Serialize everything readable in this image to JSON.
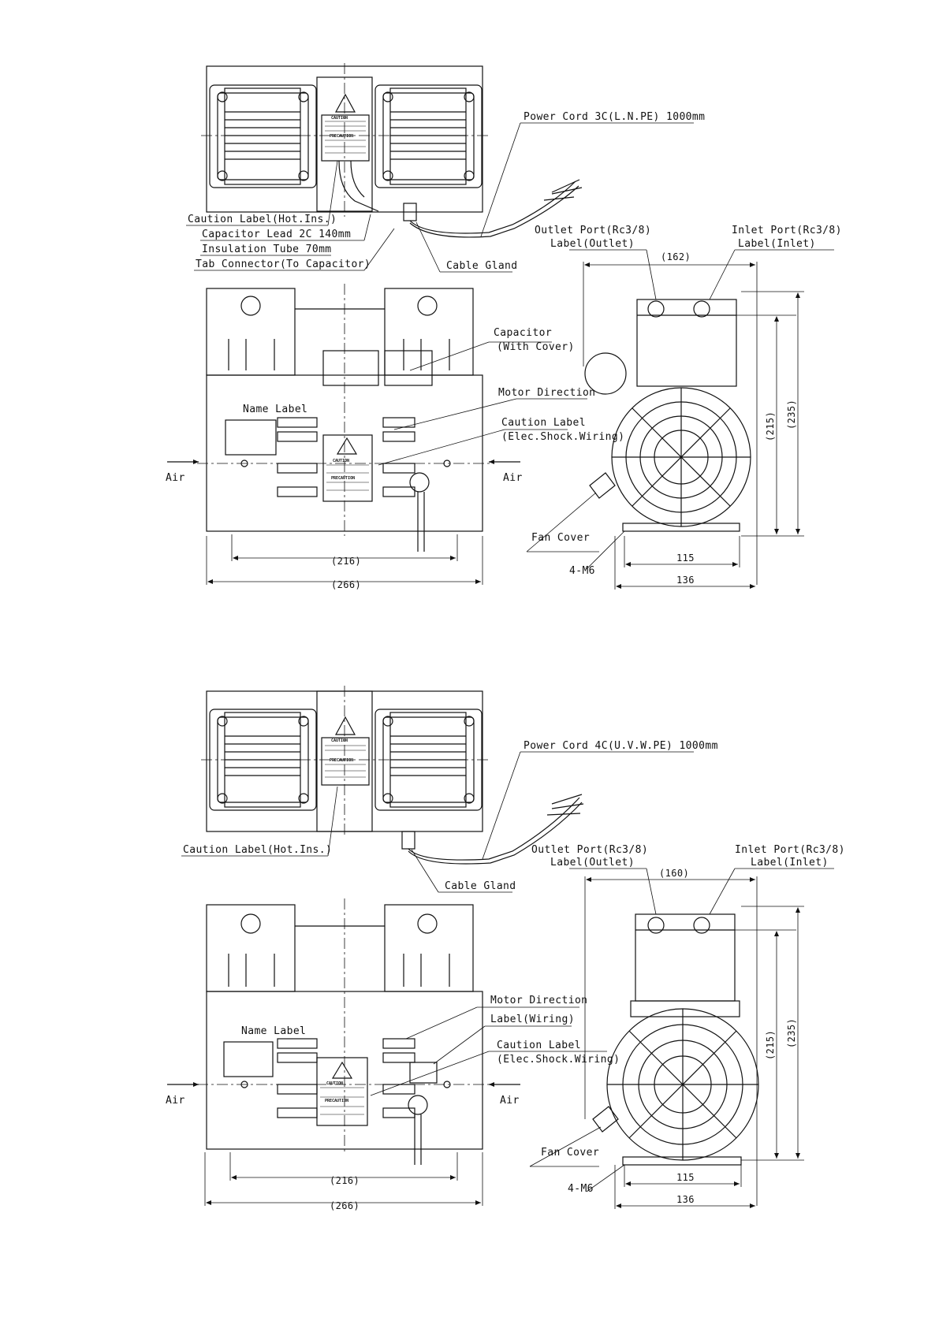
{
  "drawing_single_phase": {
    "top_labels": {
      "power_cord": "Power Cord 3C(L.N.PE) 1000mm",
      "caution_hot": "Caution Label(Hot.Ins.)",
      "capacitor_lead": "Capacitor Lead 2C 140mm",
      "insulation_tube": "Insulation Tube 70mm",
      "tab_connector": "Tab Connector(To Capacitor)",
      "cable_gland": "Cable Gland"
    },
    "front_labels": {
      "capacitor": "Capacitor",
      "capacitor_cover": "(With Cover)",
      "motor_direction": "Motor Direction",
      "caution_label": "Caution Label",
      "caution_label_sub": "(Elec.Shock.Wiring)",
      "name_label": "Name Label",
      "air_left": "Air",
      "air_right": "Air",
      "dim_216": "(216)",
      "dim_266": "(266)"
    },
    "side_labels": {
      "outlet_port": "Outlet Port(Rc3/8)",
      "outlet_label": "Label(Outlet)",
      "inlet_port": "Inlet Port(Rc3/8)",
      "inlet_label": "Label(Inlet)",
      "width_dim": "(162)",
      "fan_cover": "Fan Cover",
      "mount": "4-M6",
      "dim_115": "115",
      "dim_136": "136",
      "dim_215": "(215)",
      "dim_235": "(235)"
    }
  },
  "drawing_three_phase": {
    "top_labels": {
      "power_cord": "Power Cord 4C(U.V.W.PE) 1000mm",
      "caution_hot": "Caution Label(Hot.Ins.)",
      "cable_gland": "Cable Gland"
    },
    "front_labels": {
      "motor_direction": "Motor Direction",
      "label_wiring": "Label(Wiring)",
      "caution_label": "Caution Label",
      "caution_label_sub": "(Elec.Shock.Wiring)",
      "name_label": "Name Label",
      "air_left": "Air",
      "air_right": "Air",
      "dim_216": "(216)",
      "dim_266": "(266)"
    },
    "side_labels": {
      "outlet_port": "Outlet Port(Rc3/8)",
      "outlet_label": "Label(Outlet)",
      "inlet_port": "Inlet Port(Rc3/8)",
      "inlet_label": "Label(Inlet)",
      "width_dim": "(160)",
      "fan_cover": "Fan Cover",
      "mount": "4-M6",
      "dim_115": "115",
      "dim_136": "136",
      "dim_215": "(215)",
      "dim_235": "(235)"
    }
  },
  "caution_sticker": {
    "title": "CAUTION",
    "sub": "PRECAUTION"
  },
  "colors": {
    "ink": "#111111",
    "paper": "#ffffff"
  }
}
